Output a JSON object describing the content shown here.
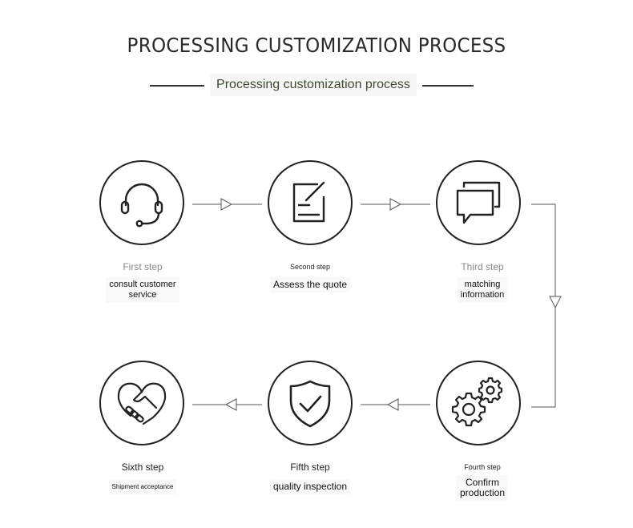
{
  "header": {
    "title": "PROCESSING CUSTOMIZATION PROCESS",
    "subtitle": "Processing customization process"
  },
  "steps": [
    {
      "title": "First step",
      "desc_line1": "consult customer",
      "desc_line2": "service",
      "icon": "headset-icon"
    },
    {
      "title": "Second step",
      "desc_line1": "Assess the quote",
      "desc_line2": "",
      "icon": "edit-document-icon"
    },
    {
      "title": "Third step",
      "desc_line1": "matching",
      "desc_line2": "information",
      "icon": "chat-bubbles-icon"
    },
    {
      "title": "Fourth step",
      "desc_line1": "Confirm",
      "desc_line2": "production",
      "icon": "gears-icon"
    },
    {
      "title": "Fifth step",
      "desc_line1": "quality inspection",
      "desc_line2": "",
      "icon": "shield-check-icon"
    },
    {
      "title": "Sixth step",
      "desc_line1": "Shipment acceptance",
      "desc_line2": "",
      "icon": "heart-handshake-icon"
    }
  ],
  "colors": {
    "stroke": "#222222",
    "text": "#222222",
    "muted": "#888888",
    "connector": "#555555"
  }
}
